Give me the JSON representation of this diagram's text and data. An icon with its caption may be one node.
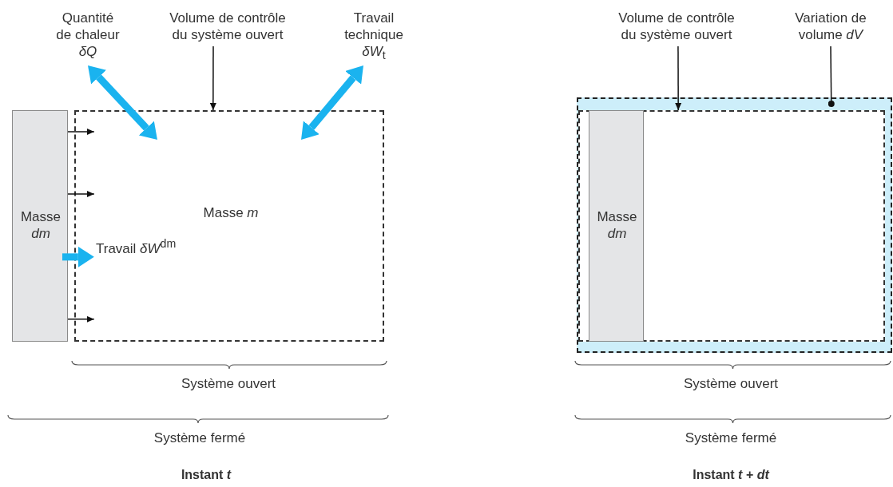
{
  "diagram": {
    "nodes": [
      {
        "text": [
          "Quantité de chaleur *δQ*"
        ]
      },
      {
        "text": [
          "Volume de contrôle du système ouvert"
        ]
      },
      {
        "text": [
          "Travail technique *δW*$_{t}$"
        ]
      },
      {
        "text": [
          "Masse *m*"
        ]
      },
      {
        "text": [
          "Masse *dm*"
        ]
      },
      {
        "text": [
          "Volume de contrôle du système ouvert"
        ]
      },
      {
        "text": [
          "Variation de volume *dV*"
        ]
      },
      {
        "text": [],
        "shape": "box"
      },
      {
        "text": [],
        "shape": "box",
        "in": 7
      },
      {
        "text": [
          "Masse *dm*"
        ],
        "in": 8
      }
    ],
    "edges": [
      {
        "from": 0,
        "to": 3,
        "arrow": "both",
        "style": "thick",
        "color": "#1ab3ef"
      },
      {
        "from": 1,
        "to": 3,
        "arrow": "to"
      },
      {
        "from": 2,
        "to": 3,
        "arrow": "both",
        "style": "thick",
        "color": "#1ab3ef"
      },
      {
        "from": 4,
        "to": 3,
        "arrow": "to"
      },
      {
        "from": 4,
        "to": 3,
        "arrow": "to"
      },
      {
        "from": 4,
        "to": 3,
        "arrow": "to",
        "label": "Travail *δW*$^{dm}$",
        "style": "thick",
        "color": "#1ab3ef"
      },
      {
        "from": 4,
        "to": 3,
        "arrow": "to"
      },
      {
        "from": 5,
        "to": 8,
        "arrow": "to"
      },
      {
        "from": 6,
        "to": 7,
        "arrow": "other"
      }
    ],
    "labels": [
      "Système ouvert",
      "Système fermé",
      "Instant *t*",
      "Système ouvert",
      "Système fermé",
      "Instant *t* + *dt*"
    ]
  }
}
